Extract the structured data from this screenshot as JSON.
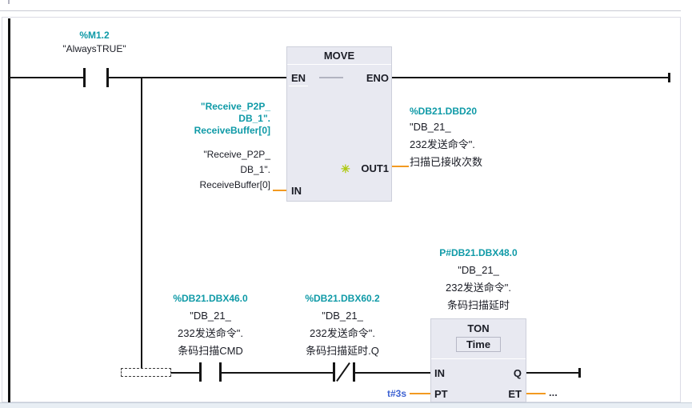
{
  "colors": {
    "address_teal": "#0f9aa7",
    "wire_orange": "#f29a21",
    "constant_blue": "#3f63d2",
    "block_fill": "#e8e9f1"
  },
  "always_true_contact": {
    "address": "%M1.2",
    "name": "\"AlwaysTRUE\""
  },
  "move_block": {
    "title": "MOVE",
    "pin_en": "EN",
    "pin_eno": "ENO",
    "pin_in": "IN",
    "pin_out1": "OUT1",
    "in_operand": {
      "address_lines": [
        "\"Receive_P2P_",
        "DB_1\".",
        "ReceiveBuffer[0]"
      ],
      "name_lines": [
        "\"Receive_P2P_",
        "DB_1\".",
        "ReceiveBuffer[0]"
      ]
    },
    "out1_operand": {
      "address": "%DB21.DBD20",
      "name_lines": [
        "\"DB_21_",
        "232发送命令\".",
        "扫描已接收次数"
      ]
    }
  },
  "branch": {
    "no_contact": {
      "address": "%DB21.DBX46.0",
      "name_lines": [
        "\"DB_21_",
        "232发送命令\".",
        "条码扫描CMD"
      ]
    },
    "nc_contact": {
      "address": "%DB21.DBX60.2",
      "name_lines": [
        "\"DB_21_",
        "232发送命令\".",
        "条码扫描延时.Q"
      ]
    }
  },
  "ton_block": {
    "title": "TON",
    "type": "Time",
    "pin_in": "IN",
    "pin_q": "Q",
    "pin_pt": "PT",
    "pin_et": "ET",
    "pt_value": "t#3s",
    "et_value": "...",
    "instance_operand": {
      "address": "P#DB21.DBX48.0",
      "name_lines": [
        "\"DB_21_",
        "232发送命令\".",
        "条码扫描延时"
      ]
    }
  },
  "icons": {
    "star": "✳"
  }
}
